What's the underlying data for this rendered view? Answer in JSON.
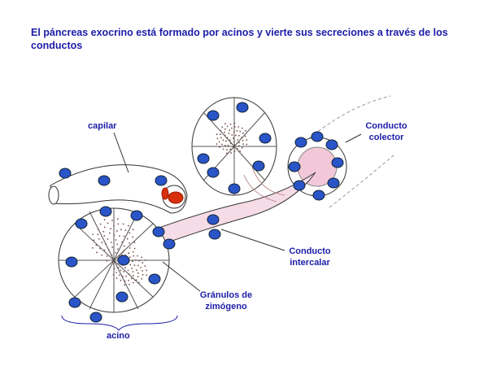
{
  "slide": {
    "title": "El páncreas exocrino está formado por acinos y vierte sus secreciones a través de los conductos"
  },
  "labels": {
    "capilar": "capilar",
    "conducto_colector_1": "Conducto",
    "conducto_colector_2": "colector",
    "conducto_intercalar_1": "Conducto",
    "conducto_intercalar_2": "intercalar",
    "granulos_1": "Gránulos de",
    "granulos_2": "zimógeno",
    "acino": "acino"
  },
  "colors": {
    "text": "#1c1ca8",
    "nucleus": "#2a55c8",
    "duct_lumen": "#f2c8d8",
    "red_cell": "#d8300c"
  }
}
